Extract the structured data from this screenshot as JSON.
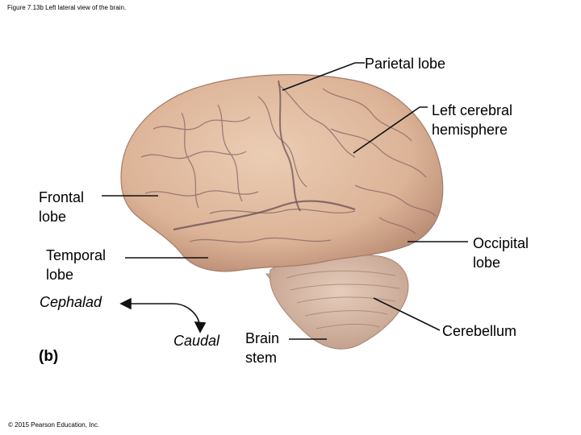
{
  "figure": {
    "caption": "Figure 7.13b Left lateral view of the brain.",
    "part_label": "(b)",
    "copyright": "© 2015 Pearson Education, Inc."
  },
  "labels": {
    "parietal_lobe": "Parietal lobe",
    "left_cerebral_hemisphere_line1": "Left cerebral",
    "left_cerebral_hemisphere_line2": "hemisphere",
    "frontal_lobe_line1": "Frontal",
    "frontal_lobe_line2": "lobe",
    "temporal_lobe_line1": "Temporal",
    "temporal_lobe_line2": "lobe",
    "occipital_lobe_line1": "Occipital",
    "occipital_lobe_line2": "lobe",
    "cephalad": "Cephalad",
    "caudal": "Caudal",
    "brain_stem_line1": "Brain",
    "brain_stem_line2": "stem",
    "cerebellum": "Cerebellum"
  },
  "colors": {
    "cerebrum": "#e2bda1",
    "cerebrum_shadow": "#c89a80",
    "sulci": "#8d6a6a",
    "cerebellum": "#dcc0ae",
    "brainstem": "#d2b19c"
  }
}
